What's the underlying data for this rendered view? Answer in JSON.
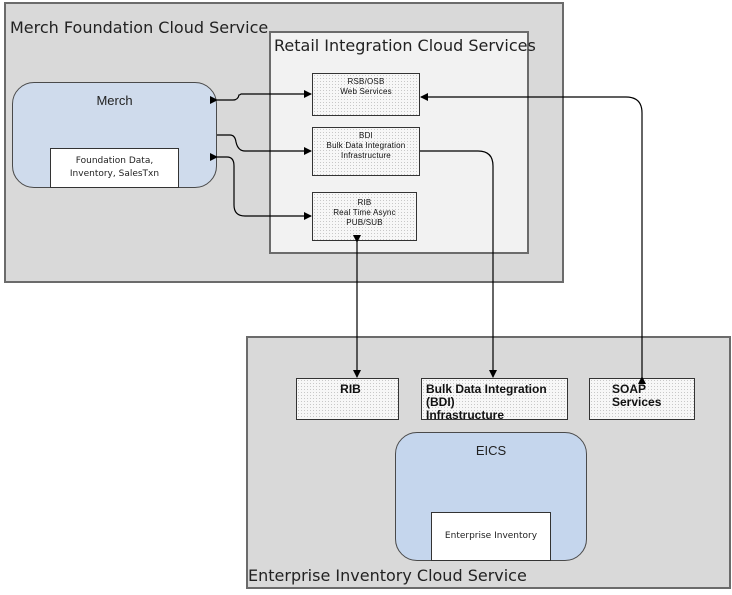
{
  "merch_foundation": {
    "title": "Merch Foundation Cloud Service",
    "merch_app": {
      "title": "Merch",
      "data_box": "Foundation Data,\nInventory, SalesTxn"
    },
    "retail_integration": {
      "title": "Retail Integration Cloud Services",
      "components": [
        {
          "id": "rsb",
          "label": "RSB/OSB\nWeb Services"
        },
        {
          "id": "bdi",
          "label": "BDI\nBulk Data Integration\nInfrastructure"
        },
        {
          "id": "rib",
          "label": "RIB\nReal Time Async\nPUB/SUB"
        }
      ]
    }
  },
  "enterprise_inventory": {
    "title": "Enterprise Inventory Cloud Service",
    "components": [
      {
        "id": "rib",
        "label": "RIB"
      },
      {
        "id": "bdi",
        "label": "Bulk Data Integration (BDI)\nInfrastructure"
      },
      {
        "id": "soap",
        "label": "SOAP Services"
      }
    ],
    "eics_app": {
      "title": "EICS",
      "data_box": "Enterprise Inventory"
    }
  },
  "connections": [
    {
      "from": "RSB/OSB Web Services",
      "to": "Merch",
      "direction": "bidirectional"
    },
    {
      "from": "Merch",
      "to": "BDI Bulk Data Integration Infrastructure",
      "direction": "one-way"
    },
    {
      "from": "RIB Real Time Async PUB/SUB",
      "to": "Merch",
      "direction": "bidirectional"
    },
    {
      "from": "RIB Real Time Async PUB/SUB",
      "to": "RIB",
      "direction": "bidirectional"
    },
    {
      "from": "BDI Bulk Data Integration Infrastructure",
      "to": "Bulk Data Integration (BDI) Infrastructure",
      "direction": "one-way"
    },
    {
      "from": "SOAP Services",
      "to": "RSB/OSB Web Services",
      "direction": "bidirectional"
    }
  ],
  "colors": {
    "cloud_fill": "#d9d9d9",
    "integration_fill": "#f2f2f2",
    "app_fill": "#cfdbec",
    "data_box_fill": "#ffffff",
    "line": "#000000"
  }
}
